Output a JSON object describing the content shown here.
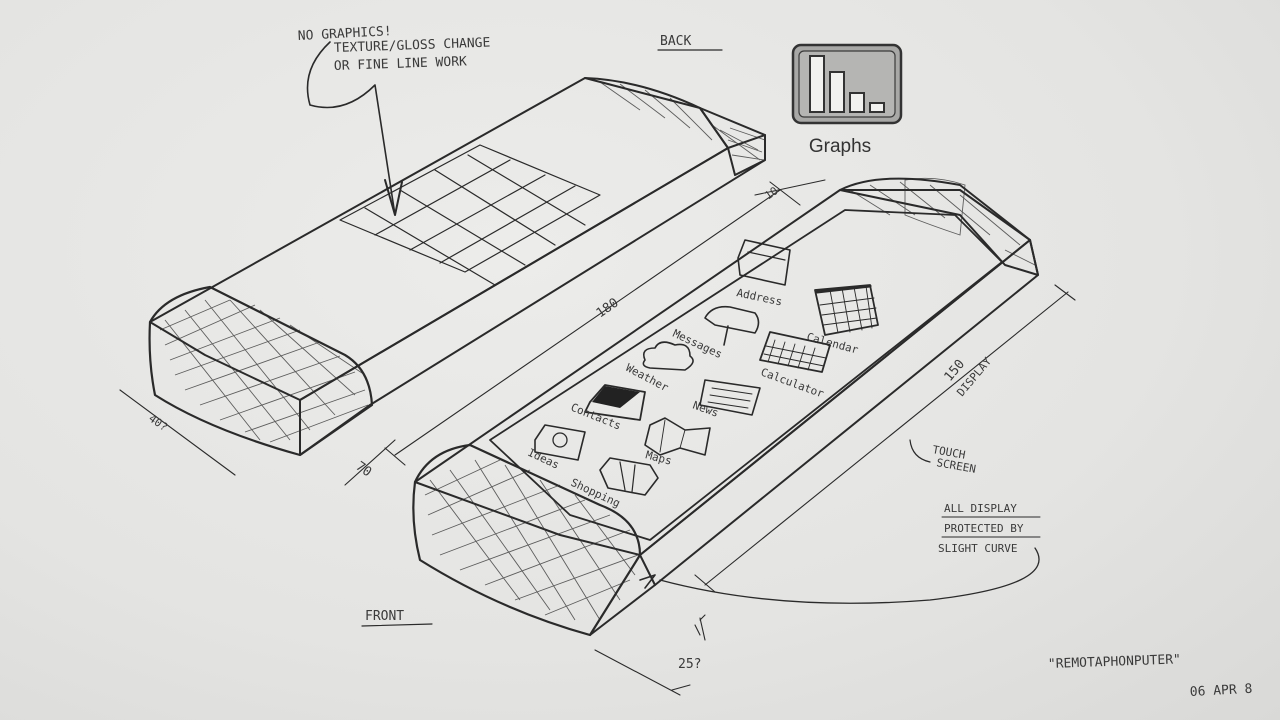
{
  "notes": {
    "top_note": [
      "NO GRAPHICS!",
      "TEXTURE/GLOSS CHANGE",
      "OR FINE LINE WORK"
    ],
    "back_label": "BACK",
    "front_label": "FRONT",
    "touch_screen": [
      "TOUCH",
      "SCREEN"
    ],
    "all_display": [
      "ALL DISPLAY",
      "PROTECTED BY",
      "SLIGHT CURVE"
    ],
    "project_name": "\"REMOTAPHONPUTER\"",
    "date": "06 APR 8"
  },
  "dimensions": {
    "width_back": "40?",
    "width_front": "70",
    "length": "180",
    "screen_width": "10",
    "display": [
      "150",
      "DISPLAY"
    ],
    "depth": "25?"
  },
  "graphs_icon": {
    "label": "Graphs"
  },
  "apps": [
    {
      "label": "Address",
      "icon": "address-book-icon"
    },
    {
      "label": "Calendar",
      "icon": "calendar-icon"
    },
    {
      "label": "Messages",
      "icon": "mailbox-icon"
    },
    {
      "label": "Calculator",
      "icon": "calculator-icon"
    },
    {
      "label": "Weather",
      "icon": "cloud-icon"
    },
    {
      "label": "News",
      "icon": "newspaper-icon"
    },
    {
      "label": "Contacts",
      "icon": "contact-card-icon"
    },
    {
      "label": "Maps",
      "icon": "map-icon"
    },
    {
      "label": "Ideas",
      "icon": "lightbulb-icon"
    },
    {
      "label": "Shopping",
      "icon": "shopping-bag-icon"
    }
  ]
}
